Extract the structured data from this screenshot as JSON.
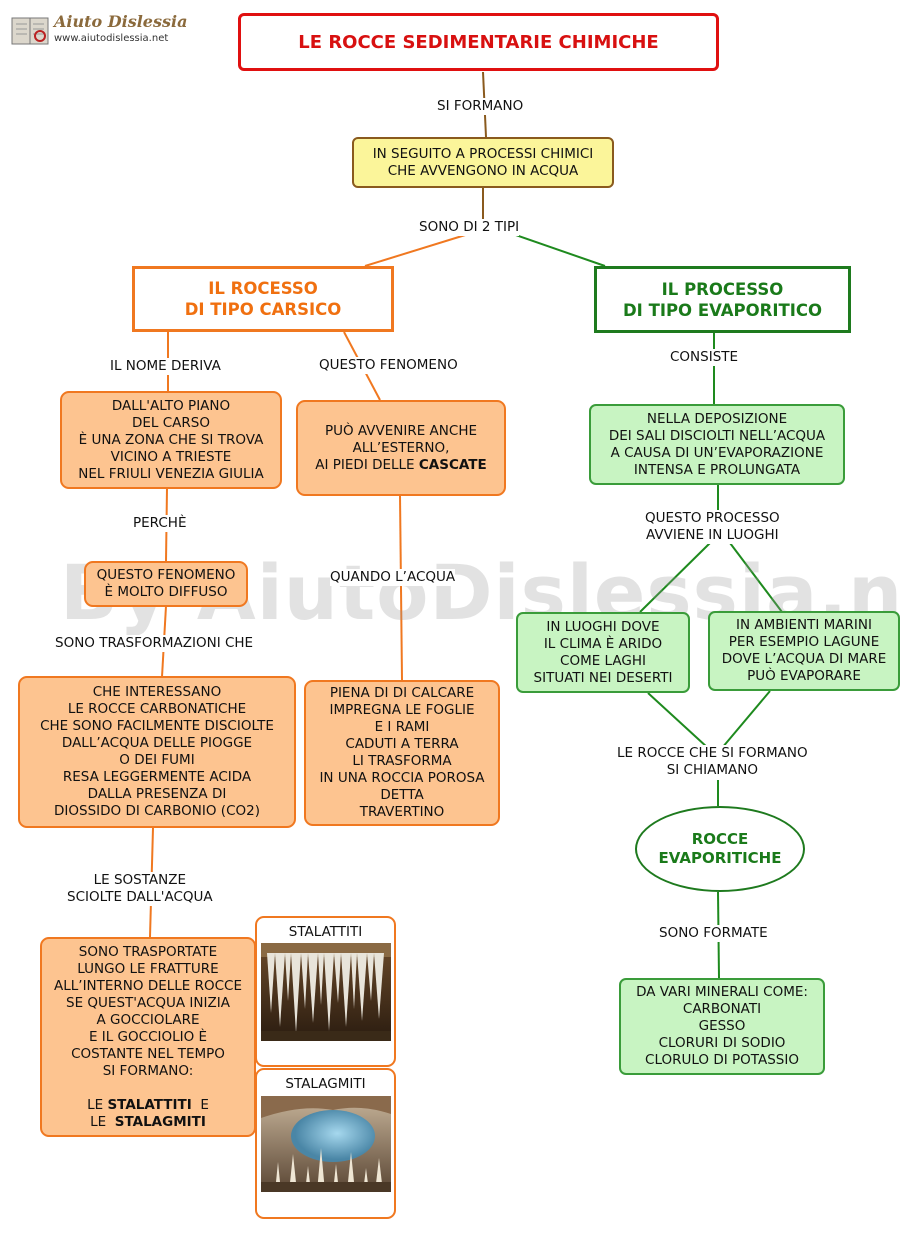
{
  "logo": {
    "name": "Aiuto Dislessia",
    "url": "www.aiutodislessia.net"
  },
  "watermark": "By AiutoDislessia.net",
  "title": "LE ROCCE SEDIMENTARIE CHIMICHE",
  "labels": {
    "si_formano": "SI FORMANO",
    "sono_di_2_tipi": "SONO DI 2 TIPI",
    "il_nome_deriva": "IL NOME DERIVA",
    "questo_fenomeno": "QUESTO FENOMENO",
    "consiste": "CONSISTE",
    "perche": "PERCHÈ",
    "quando_acqua": "QUANDO L’ACQUA",
    "questo_processo": [
      "QUESTO PROCESSO",
      "AVVIENE IN LUOGHI"
    ],
    "sono_trasformazioni": "SONO TRASFORMAZIONI CHE",
    "rocce_che_si_formano": [
      "LE ROCCE CHE SI FORMANO",
      "SI CHIAMANO"
    ],
    "le_sostanze": [
      "LE SOSTANZE",
      "SCIOLTE DALL'ACQUA"
    ],
    "sono_formate": "SONO FORMATE"
  },
  "nodes": {
    "processi_chimici": [
      "IN SEGUITO A PROCESSI CHIMICI",
      "CHE AVVENGONO IN ACQUA"
    ],
    "carsico_head": [
      "IL ROCESSO",
      "DI TIPO CARSICO"
    ],
    "evaporitico_head": [
      "IL PROCESSO",
      "DI TIPO EVAPORITICO"
    ],
    "altopiano": [
      "DALL'ALTO PIANO",
      "DEL CARSO",
      "È UNA ZONA CHE SI TROVA",
      "VICINO A TRIESTE",
      "NEL FRIULI VENEZIA GIULIA"
    ],
    "esterno": {
      "l1": "PUÒ AVVENIRE ANCHE",
      "l2": "ALL’ESTERNO,",
      "l3a": "AI PIEDI DELLE ",
      "l3b": "CASCATE"
    },
    "deposizione": [
      "NELLA DEPOSIZIONE",
      "DEI SALI DISCIOLTI NELL’ACQUA",
      "A CAUSA DI UN’EVAPORAZIONE",
      "INTENSA E PROLUNGATA"
    ],
    "diffuso": [
      "QUESTO FENOMENO",
      "È MOLTO DIFFUSO"
    ],
    "luoghi_arido": [
      "IN LUOGHI DOVE",
      "IL CLIMA È ARIDO",
      "COME LAGHI",
      "SITUATI NEI DESERTI"
    ],
    "ambienti_marini": [
      "IN AMBIENTI MARINI",
      "PER ESEMPIO LAGUNE",
      "DOVE L’ACQUA DI MARE",
      "PUÒ EVAPORARE"
    ],
    "interessano": [
      "CHE INTERESSANO",
      "LE ROCCE CARBONATICHE",
      "CHE SONO FACILMENTE DISCIOLTE",
      "DALL’ACQUA DELLE PIOGGE",
      "O DEI FUMI",
      "RESA LEGGERMENTE ACIDA",
      "DALLA PRESENZA DI",
      "DIOSSIDO DI CARBONIO (CO2)"
    ],
    "calcare": [
      "PIENA DI DI CALCARE",
      "IMPREGNA LE FOGLIE",
      "E I RAMI",
      "CADUTI A TERRA",
      "LI TRASFORMA",
      "IN UNA ROCCIA POROSA",
      "DETTA",
      "TRAVERTINO"
    ],
    "evaporitiche": [
      "ROCCE",
      "EVAPORITICHE"
    ],
    "trasportate": {
      "lines": [
        "SONO TRASPORTATE",
        "LUNGO LE FRATTURE",
        "ALL’INTERNO DELLE ROCCE",
        "SE QUEST'ACQUA INIZIA",
        "A GOCCIOLARE",
        "E IL GOCCIOLIO È",
        "COSTANTE NEL TEMPO",
        "SI FORMANO:"
      ],
      "last1a": "LE ",
      "last1b": "STALATTITI",
      "last1c": "  E",
      "last2a": "LE  ",
      "last2b": "STALAGMITI"
    },
    "minerali": [
      "DA VARI MINERALI COME:",
      "CARBONATI",
      "GESSO",
      "CLORURI DI SODIO",
      "CLORULO DI POTASSIO"
    ]
  },
  "photos": {
    "stalattiti": "STALATTITI",
    "stalagmiti": "STALAGMITI"
  },
  "colors": {
    "title": "#e01010",
    "orange": "#f07820",
    "green": "#1e7a1e",
    "yellow": "#fbf59a"
  }
}
